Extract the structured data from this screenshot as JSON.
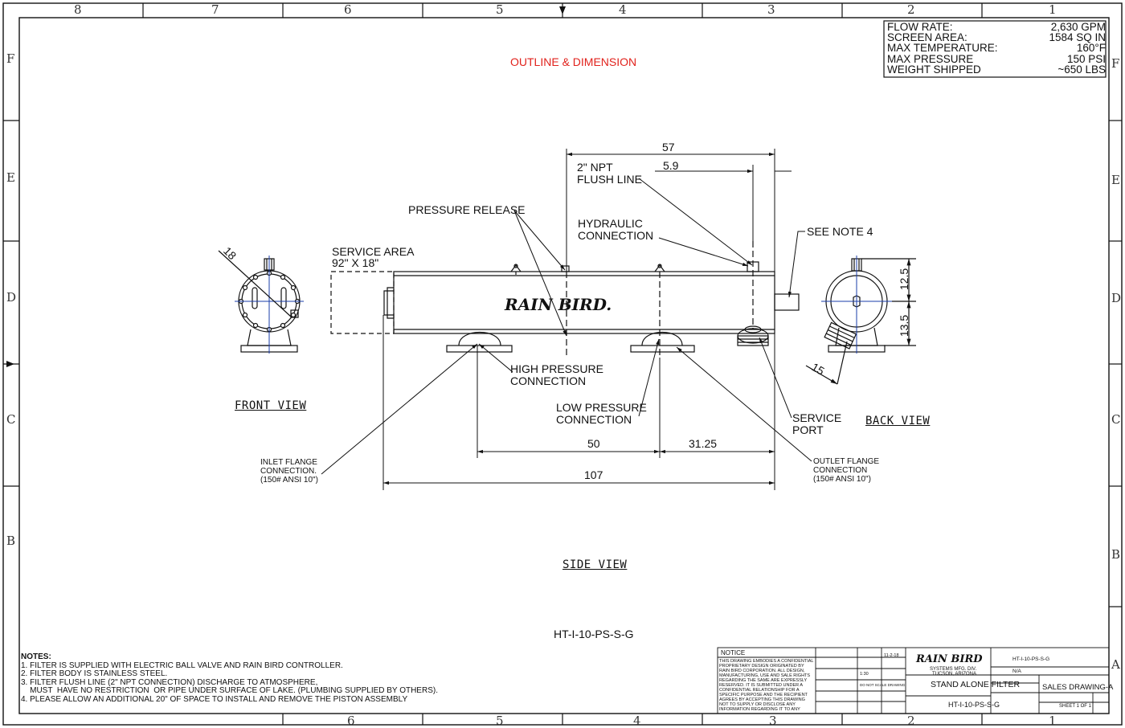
{
  "zones": {
    "top": [
      "8",
      "7",
      "6",
      "5",
      "4",
      "3",
      "2",
      "1"
    ],
    "bottom": [
      "6",
      "5",
      "4",
      "3",
      "2",
      "1"
    ],
    "left": [
      "F",
      "E",
      "D",
      "C",
      "B"
    ],
    "right": [
      "F",
      "E",
      "D",
      "C",
      "B",
      "A"
    ]
  },
  "specs": [
    {
      "label": "FLOW RATE:",
      "value": "2,630 GPM"
    },
    {
      "label": "SCREEN AREA:",
      "value": "1584 SQ IN"
    },
    {
      "label": "MAX TEMPERATURE:",
      "value": "160°F"
    },
    {
      "label": "MAX PRESSURE",
      "value": "150 PSI"
    },
    {
      "label": "WEIGHT SHIPPED",
      "value": "~650 LBS"
    }
  ],
  "heading": "OUTLINE & DIMENSION",
  "views": {
    "front": "FRONT VIEW",
    "side": "SIDE VIEW",
    "back": "BACK VIEW"
  },
  "dims": {
    "d57": "57",
    "d59": "5.9",
    "d18": "18",
    "d125": "12.5",
    "d135": "13.5",
    "d15": "15",
    "d50": "50",
    "d3125": "31.25",
    "d107": "107"
  },
  "callouts": {
    "flush_1": "2\" NPT",
    "flush_2": "FLUSH LINE",
    "pressure_release": "PRESSURE RELEASE",
    "hydraulic_1": "HYDRAULIC",
    "hydraulic_2": "CONNECTION",
    "see_note": "SEE NOTE 4",
    "service_area_1": "SERVICE AREA",
    "service_area_2": "92\" X 18\"",
    "high_1": "HIGH PRESSURE",
    "high_2": "CONNECTION",
    "low_1": "LOW PRESSURE",
    "low_2": "CONNECTION",
    "service_port_1": "SERVICE",
    "service_port_2": "PORT",
    "inlet_1": "INLET FLANGE",
    "inlet_2": "CONNECTION.",
    "inlet_3": "(150# ANSI 10\")",
    "outlet_1": "OUTLET FLANGE",
    "outlet_2": "CONNECTION",
    "outlet_3": "(150# ANSI 10\")"
  },
  "brand": "RAIN BIRD.",
  "model_center": "HT-I-10-PS-S-G",
  "notes": {
    "title": "NOTES:",
    "lines": [
      "1. FILTER IS SUPPLIED WITH ELECTRIC BALL VALVE AND RAIN BIRD CONTROLLER.",
      "2. FILTER BODY IS STAINLESS STEEL.",
      "3. FILTER FLUSH LINE (2\" NPT CONNECTION) DISCHARGE TO ATMOSPHERE,",
      "    MUST  HAVE NO RESTRICTION  OR PIPE UNDER SURFACE OF LAKE. (PLUMBING SUPPLIED BY OTHERS).",
      "4. PLEASE ALLOW AN ADDITIONAL 20\" OF SPACE TO INSTALL AND REMOVE THE PISTON ASSEMBLY"
    ]
  },
  "title_block": {
    "notice": "NOTICE",
    "notice_text": "THIS DRAWING EMBODIES A CONFIDENTIAL PROPRIETARY DESIGN ORIGINATED BY RAIN BIRD CORPORATION. ALL DESIGN, MANUFACTURING, USE AND SALE RIGHTS REGARDING THE SAME ARE EXPRESSLY RESERVED. IT IS SUBMITTED UNDER A CONFIDENTIAL RELATIONSHIP FOR A SPECIFIC PURPOSE AND THE RECIPIENT AGREES BY ACCEPTING THIS DRAWING NOT TO SUPPLY OR DISCLOSE ANY INFORMATION REGARDING IT TO ANY UNAUTHORIZED PERSON OR TO INCORPORATE IN OTHER PRODUCTS ANY SPECIAL FEATURE UNIQUE TO THIS DESIGN. ALL PATENT RIGHTS RESERVED TO RAIN BIRD EXPRESSLY RESERVED.",
    "company": "RAIN BIRD",
    "division_1": "SYSTEMS MFG. DIV.",
    "division_2": "TUCSON, ARIZONA",
    "title": "STAND ALONE FILTER",
    "model": "HT-I-10-PS-S-G",
    "part_name": "HT-I-10-PS-S-G",
    "part_no": "N/A",
    "drawing_number": "SALES DRAWING-A",
    "sheet": "SHEET 1 OF 1",
    "date": "11-2-18",
    "scale": "1:30",
    "do_not_scale": "DO NOT SCALE DRAWING"
  }
}
